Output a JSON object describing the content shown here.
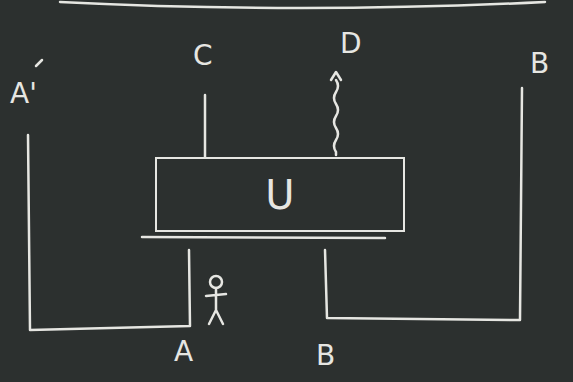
{
  "diagram": {
    "nodes": [
      {
        "text": [
          "U"
        ]
      }
    ],
    "labels": [
      "A'",
      "C",
      "D",
      "B",
      "A",
      "B"
    ]
  }
}
